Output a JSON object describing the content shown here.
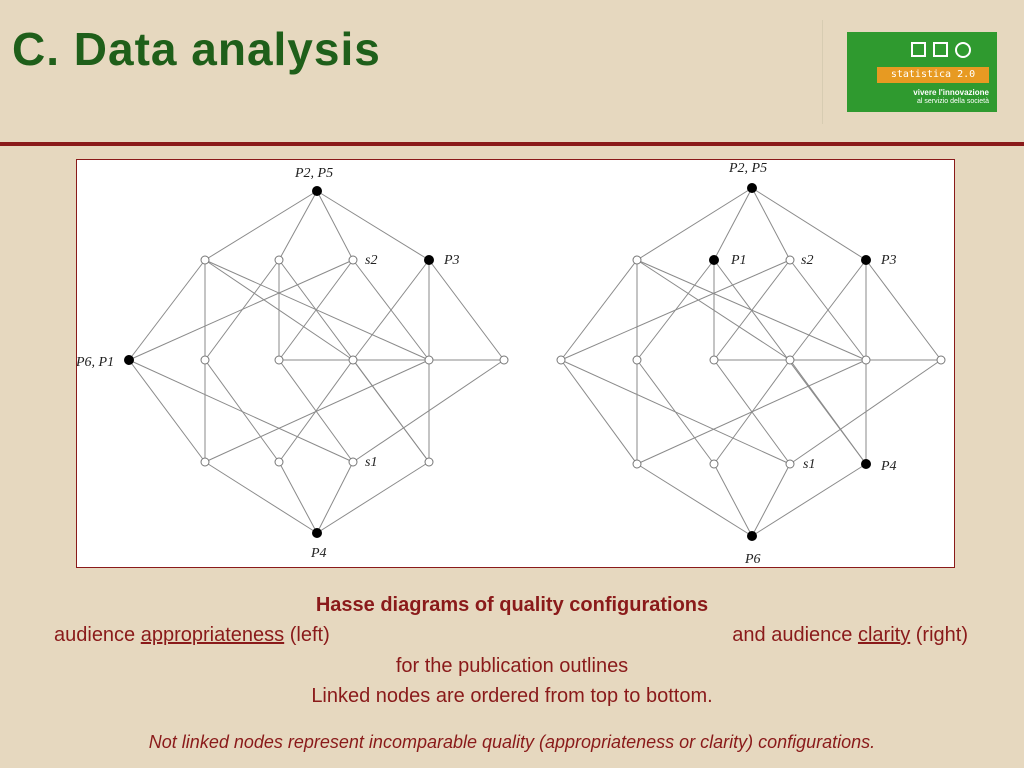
{
  "slide": {
    "title": "C. Data analysis"
  },
  "logo": {
    "badge_text": "statistica 2.0",
    "tagline_1": "vivere l'innovazione",
    "tagline_2": "al servizio della società",
    "accent": "#2f9a2f",
    "badge_color": "#e79a22"
  },
  "diagrams": {
    "left": {
      "labels": {
        "top": "P2, P5",
        "s2": "s2",
        "p3": "P3",
        "p6p1": "P6, P1",
        "s1": "s1",
        "bottom": "P4"
      }
    },
    "right": {
      "labels": {
        "top": "P2, P5",
        "p1": "P1",
        "s2": "s2",
        "p3": "P3",
        "s1": "s1",
        "p4": "P4",
        "bottom": "P6"
      }
    }
  },
  "caption": {
    "title": "Hasse diagrams of quality configurations",
    "left_prefix": "audience ",
    "left_term": "appropriateness",
    "left_suffix": " (left)",
    "right_prefix": "and audience ",
    "right_term": "clarity",
    "right_suffix": " (right)",
    "line3": "for the publication outlines",
    "line4": "Linked nodes are ordered from top to bottom.",
    "note": "Not linked nodes represent incomparable quality (appropriateness or clarity) configurations."
  },
  "colors": {
    "title_green": "#1f5f1a",
    "caption_red": "#8a1a1a",
    "background": "#e6d8bf"
  }
}
